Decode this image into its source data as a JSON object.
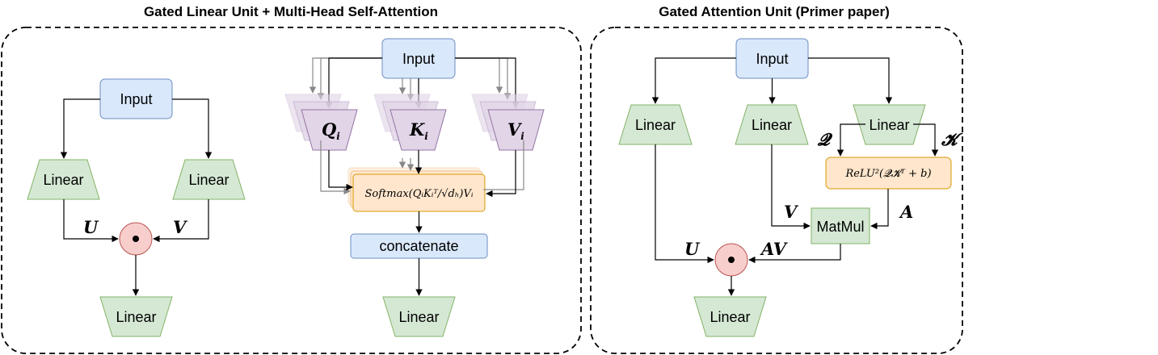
{
  "left_panel": {
    "title": "Gated Linear Unit + Multi-Head Self-Attention",
    "glu": {
      "input": "Input",
      "linear_left": "Linear",
      "linear_right": "Linear",
      "label_u": "U",
      "label_v": "V",
      "output_linear": "Linear"
    },
    "mhsa": {
      "input": "Input",
      "q_head": "Q",
      "k_head": "K",
      "v_head": "V",
      "head_subscript": "i",
      "softmax_formula": "Softmax(QᵢKᵢᵀ/√dₕ)Vᵢ",
      "concatenate": "concatenate",
      "output_linear": "Linear"
    }
  },
  "right_panel": {
    "title": "Gated Attention Unit (Primer paper)",
    "input": "Input",
    "linear_left": "Linear",
    "linear_mid": "Linear",
    "linear_right": "Linear",
    "label_q": "𝓠",
    "label_k": "𝓚",
    "relu_formula": "ReLU²(𝓠𝓚ᵀ + b)",
    "label_v": "V",
    "label_a": "A",
    "matmul": "MatMul",
    "label_u": "U",
    "label_av": "AV",
    "output_linear": "Linear"
  },
  "colors": {
    "input_fill": "#dae8fc",
    "input_stroke": "#6c8ebf",
    "linear_fill": "#d5e8d4",
    "linear_stroke": "#82b366",
    "head_fill": "#e1d5e7",
    "head_stroke": "#9673a6",
    "softmax_fill": "#ffe6cc",
    "softmax_stroke": "#d79b00",
    "gate_fill": "#f8cecc",
    "gate_stroke": "#b85450"
  }
}
